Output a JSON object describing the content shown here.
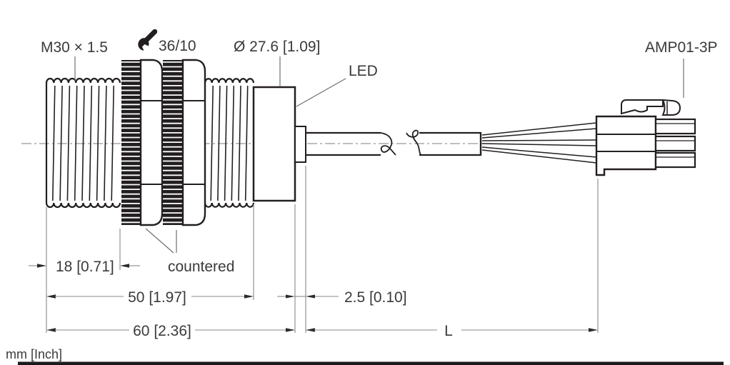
{
  "labels": {
    "thread_size": "M30 × 1.5",
    "wrench_size": "36/10",
    "diameter": "Ø 27.6 [1.09]",
    "led": "LED",
    "connector_type": "AMP01-3P",
    "nut_note": "countered"
  },
  "dimensions": {
    "thread_length": "18 [0.71]",
    "barrel_length": "50 [1.97]",
    "housing_length": "60 [2.36]",
    "gland_length": "2.5 [0.10]",
    "cable_length": "L"
  },
  "footer": {
    "units_note": "mm [Inch]"
  },
  "icons": {
    "wrench": "open-end-wrench"
  },
  "colors": {
    "outline": "#231f20",
    "dimension_lines": "#87888a",
    "text": "#3a3a3c",
    "background": "#ffffff",
    "footer_bar": "#1a1a1a"
  }
}
